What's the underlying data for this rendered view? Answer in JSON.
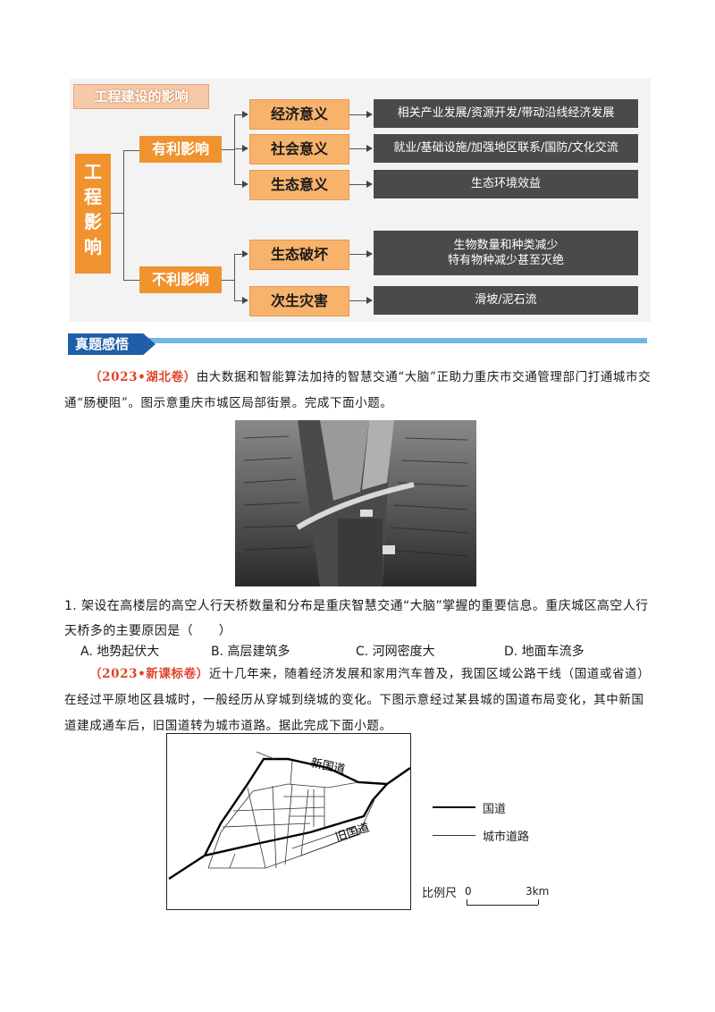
{
  "diagram": {
    "title": "工程建设的影响",
    "main": "工程影响",
    "favorable": {
      "label": "有利影响",
      "items": [
        {
          "label": "经济意义",
          "detail": "相关产业发展/资源开发/带动沿线经济发展"
        },
        {
          "label": "社会意义",
          "detail": "就业/基础设施/加强地区联系/国防/文化交流"
        },
        {
          "label": "生态意义",
          "detail": "生态环境效益"
        }
      ]
    },
    "unfavorable": {
      "label": "不利影响",
      "items": [
        {
          "label": "生态破坏",
          "detail_lines": [
            "生物数量和种类减少",
            "特有物种减少甚至灭绝"
          ]
        },
        {
          "label": "次生灾害",
          "detail": "滑坡/泥石流"
        }
      ]
    }
  },
  "section": {
    "title": "真题感悟"
  },
  "passage1": {
    "source": "（2023•湖北卷）",
    "text": "由大数据和智能算法加持的智慧交通“大脑”正助力重庆市交通管理部门打通城市交通“肠梗阻”。图示意重庆市城区局部街景。完成下面小题。"
  },
  "question1": {
    "stem": "1. 架设在高楼层的高空人行天桥数量和分布是重庆智慧交通“大脑”掌握的重要信息。重庆城区高空人行天桥多的主要原因是（　　）",
    "options": [
      "A. 地势起伏大",
      "B. 高层建筑多",
      "C. 河网密度大",
      "D. 地面车流多"
    ]
  },
  "passage2": {
    "source": "（2023•新课标卷）",
    "text": "近十几年来，随着经济发展和家用汽车普及，我国区域公路干线（国道或省道）在经过平原地区县城时，一般经历从穿城到绕城的变化。下图示意经过某县城的国道布局变化，其中新国道建成通车后，旧国道转为城市道路。据此完成下面小题。"
  },
  "map": {
    "new_road": "新国道",
    "old_road": "旧国道",
    "legend_national": "国道",
    "legend_city": "城市道路",
    "scale_label": "比例尺",
    "scale_start": "0",
    "scale_end": "3km"
  }
}
